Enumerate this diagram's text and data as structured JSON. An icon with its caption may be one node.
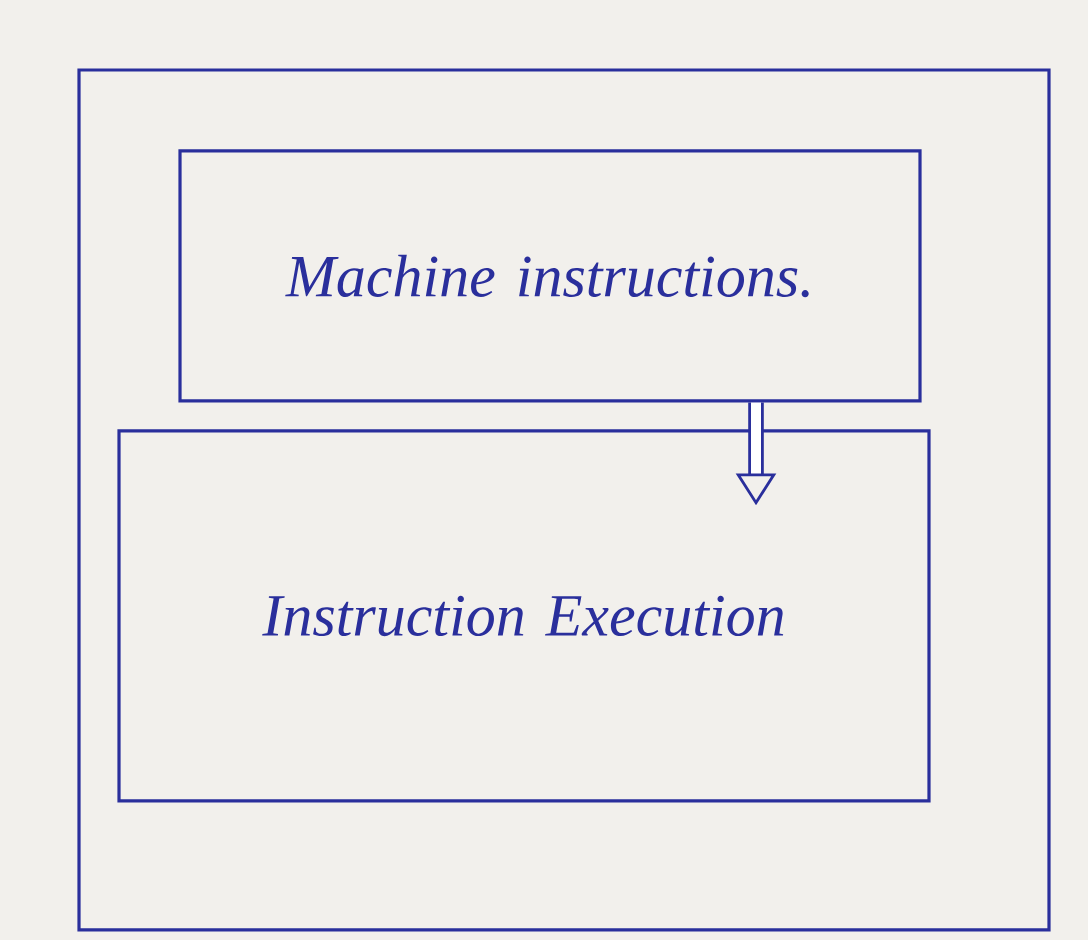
{
  "diagram": {
    "nodes": [
      {
        "text": [],
        "shape": "box"
      },
      {
        "text": [
          "Machine instructions."
        ],
        "in": 0
      },
      {
        "text": [
          "Instruction Execution"
        ],
        "in": 0
      }
    ],
    "edges": [
      {
        "from": 1,
        "to": 2,
        "arrow": "to"
      }
    ]
  }
}
